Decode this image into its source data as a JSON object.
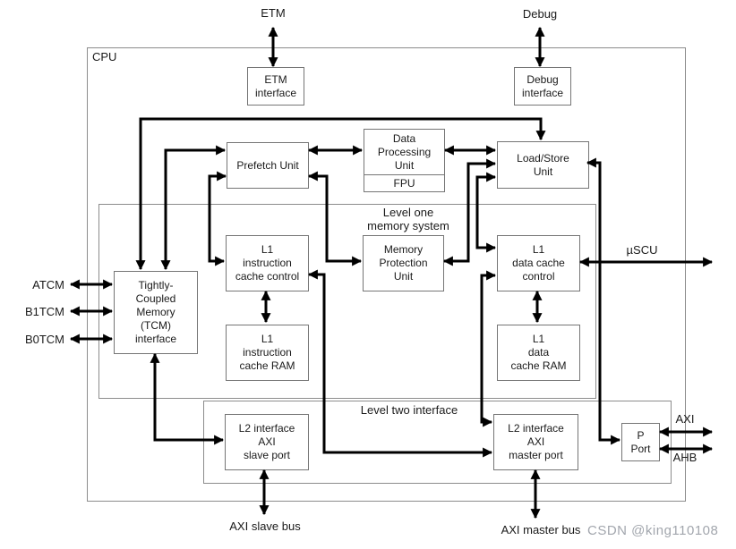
{
  "diagram": {
    "cpu_label": "CPU",
    "level_one_label": "Level one\nmemory system",
    "level_two_label": "Level two interface",
    "blocks": {
      "etm_interface": "ETM\ninterface",
      "debug_interface": "Debug\ninterface",
      "prefetch_unit": "Prefetch Unit",
      "data_processing_unit": "Data\nProcessing\nUnit",
      "fpu": "FPU",
      "load_store_unit": "Load/Store\nUnit",
      "tcm_interface": "Tightly-\nCoupled\nMemory\n(TCM)\ninterface",
      "l1_instruction_cache_control": "L1\ninstruction\ncache control",
      "l1_instruction_cache_ram": "L1\ninstruction\ncache RAM",
      "memory_protection_unit": "Memory\nProtection\nUnit",
      "l1_data_cache_control": "L1\ndata cache\ncontrol",
      "l1_data_cache_ram": "L1\ndata\ncache RAM",
      "l2_axi_slave_port": "L2 interface\nAXI\nslave port",
      "l2_axi_master_port": "L2 interface\nAXI\nmaster port",
      "p_port": "P\nPort"
    },
    "external": {
      "etm": "ETM",
      "debug": "Debug",
      "atcm": "ATCM",
      "b1tcm": "B1TCM",
      "b0tcm": "B0TCM",
      "uscu": "µSCU",
      "axi": "AXI",
      "ahb": "AHB",
      "axi_slave_bus": "AXI slave bus",
      "axi_master_bus": "AXI master bus"
    },
    "watermark": "CSDN @king110108",
    "colors": {
      "arrow": "#000000",
      "box_border": "#757575",
      "container_border": "#8c8c8c",
      "watermark": "#a2a6ad",
      "background": "#ffffff"
    }
  }
}
